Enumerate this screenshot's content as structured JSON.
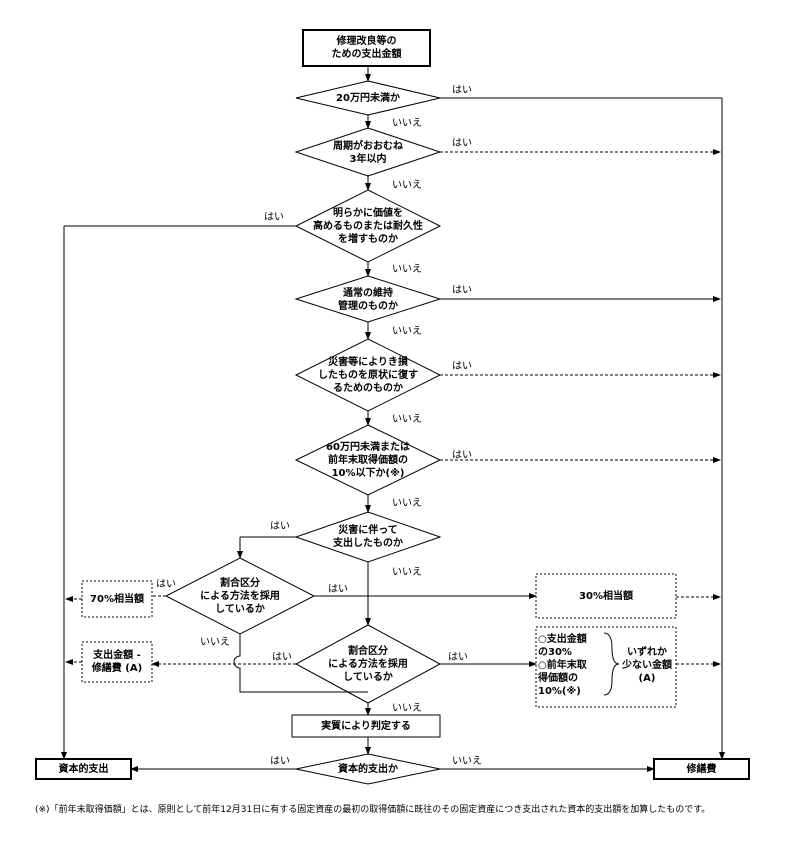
{
  "nodes": {
    "start": "修理改良等の\nための支出金額",
    "q1": "20万円未満か",
    "q2": "周期がおおむね\n3年以内",
    "q3": "明らかに価値を\n高めるものまたは耐久性\nを増すものか",
    "q4": "通常の維持\n管理のものか",
    "q5": "災害等によりき損\nしたものを原状に復す\nるためのものか",
    "q6": "60万円未満または\n前年末取得価額の\n10%以下か(※)",
    "q7": "災害に伴って\n支出したものか",
    "q8": "割合区分\nによる方法を採用\nしているか",
    "q9": "割合区分\nによる方法を採用\nしているか",
    "q10": "資本的支出か",
    "box70": "70%相当額",
    "box30": "30%相当額",
    "boxDiff": "支出金額 -\n修繕費 (A)",
    "boxJudge": "実質により判定する",
    "boxLesser1": "○支出金額\nの30%\n○前年末取\n得価額の\n10%(※)",
    "boxLesser2": "いずれか\n少ない金額\n(A)",
    "capital": "資本的支出",
    "repair": "修繕費"
  },
  "labels": {
    "yes": "はい",
    "no": "いいえ"
  },
  "footnote": "(※)「前年末取得価額」とは、原則として前年12月31日に有する固定資産の最初の取得価額に既往のその固定資産につき支出された資本的支出額を加算したものです。"
}
